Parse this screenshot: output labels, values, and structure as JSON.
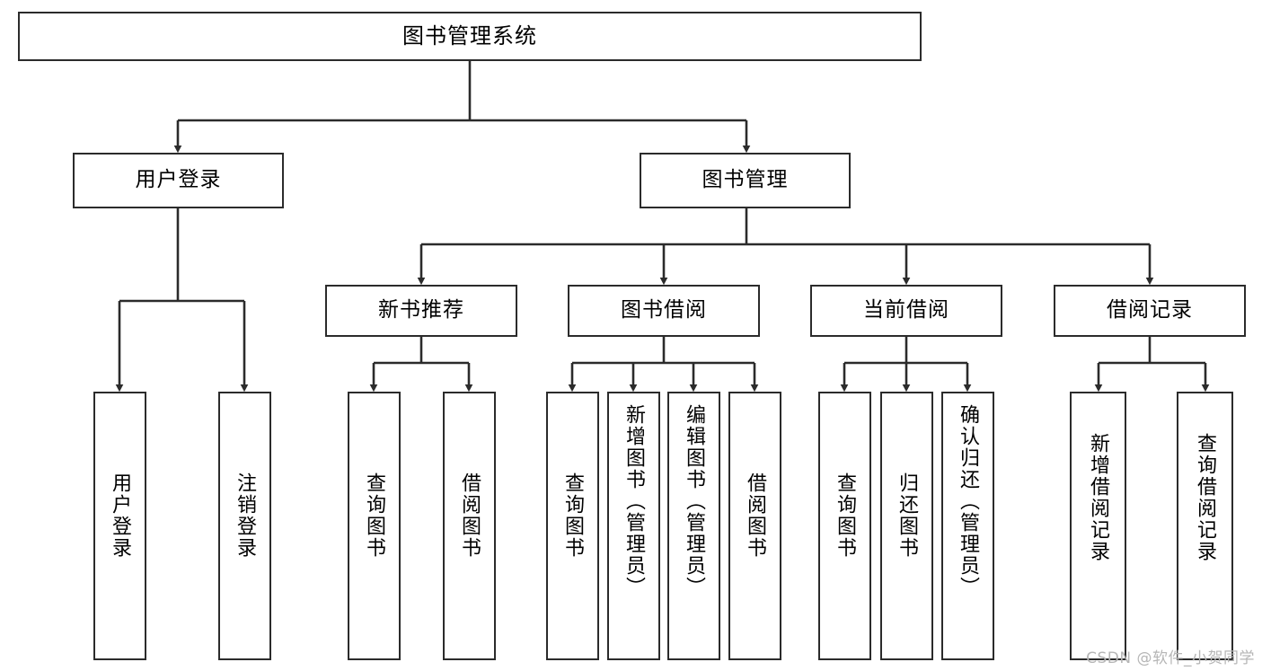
{
  "diagram": {
    "type": "tree",
    "title": "图书管理系统",
    "orientation": "top-down",
    "line_color": "#2b2b2b",
    "box_fill": "#ffffff",
    "text_color": "#000000",
    "watermark": "CSDN @软件_小贺同学",
    "nodes": {
      "root": {
        "label": "图书管理系统"
      },
      "level2": [
        {
          "id": "user-login",
          "label": "用户登录"
        },
        {
          "id": "book-manage",
          "label": "图书管理"
        }
      ],
      "level3": [
        {
          "id": "new-book-recommend",
          "label": "新书推荐"
        },
        {
          "id": "book-borrow",
          "label": "图书借阅"
        },
        {
          "id": "current-borrow",
          "label": "当前借阅"
        },
        {
          "id": "borrow-record",
          "label": "借阅记录"
        }
      ],
      "leaves": {
        "user_login": [
          {
            "id": "leaf-user-login",
            "label": "用户登录"
          },
          {
            "id": "leaf-logout-login",
            "label": "注销登录"
          }
        ],
        "new_book_recommend": [
          {
            "id": "leaf-query-book-1",
            "label": "查询图书"
          },
          {
            "id": "leaf-borrow-book-1",
            "label": "借阅图书"
          }
        ],
        "book_borrow": [
          {
            "id": "leaf-query-book-2",
            "label": "查询图书"
          },
          {
            "id": "leaf-add-book",
            "label": "新增图书（管理员）"
          },
          {
            "id": "leaf-edit-book",
            "label": "编辑图书（管理员）"
          },
          {
            "id": "leaf-borrow-book-2",
            "label": "借阅图书"
          }
        ],
        "current_borrow": [
          {
            "id": "leaf-query-book-3",
            "label": "查询图书"
          },
          {
            "id": "leaf-return-book",
            "label": "归还图书"
          },
          {
            "id": "leaf-confirm-return",
            "label": "确认归还（管理员）"
          }
        ],
        "borrow_record": [
          {
            "id": "leaf-add-record",
            "label": "新增借阅记录"
          },
          {
            "id": "leaf-query-record",
            "label": "查询借阅记录"
          }
        ]
      }
    }
  }
}
